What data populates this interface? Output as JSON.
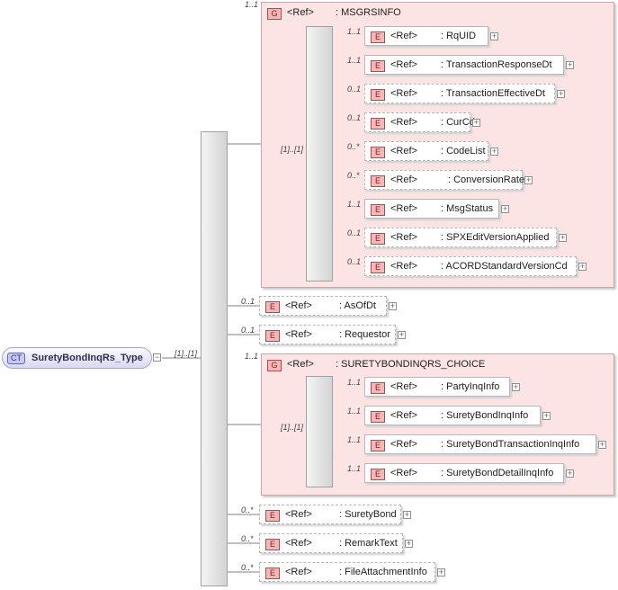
{
  "root": {
    "badge": "CT",
    "name": "SuretyBondInqRs_Type"
  },
  "root_multiplicity": "[1]..[1]",
  "ref_label": "<Ref>",
  "group_badge": "G",
  "element_badge": "E",
  "groups": [
    {
      "badge": "G",
      "name": ": MSGRSINFO",
      "multiplicity": "1..1",
      "inner_multiplicity": "[1]..[1]",
      "children": [
        {
          "name": ": RqUID",
          "multiplicity": "1..1",
          "optional": false
        },
        {
          "name": ": TransactionResponseDt",
          "multiplicity": "1..1",
          "optional": false
        },
        {
          "name": ": TransactionEffectiveDt",
          "multiplicity": "0..1",
          "optional": true
        },
        {
          "name": ": CurCd",
          "multiplicity": "0..1",
          "optional": true
        },
        {
          "name": ": CodeList",
          "multiplicity": "0..*",
          "optional": true
        },
        {
          "name": ": ConversionRate",
          "multiplicity": "0..*",
          "optional": true
        },
        {
          "name": ": MsgStatus",
          "multiplicity": "1..1",
          "optional": false
        },
        {
          "name": ": SPXEditVersionApplied",
          "multiplicity": "0..1",
          "optional": true
        },
        {
          "name": ": ACORDStandardVersionCd",
          "multiplicity": "0..1",
          "optional": true
        }
      ]
    },
    {
      "badge": "G",
      "name": ": SURETYBONDINQRS_CHOICE",
      "multiplicity": "1..1",
      "inner_multiplicity": "[1]..[1]",
      "children": [
        {
          "name": ": PartyInqInfo",
          "multiplicity": "1..1",
          "optional": false
        },
        {
          "name": ": SuretyBondInqInfo",
          "multiplicity": "1..1",
          "optional": false
        },
        {
          "name": ": SuretyBondTransactionInqInfo",
          "multiplicity": "1..1",
          "optional": false
        },
        {
          "name": ": SuretyBondDetailInqInfo",
          "multiplicity": "1..1",
          "optional": false
        }
      ]
    }
  ],
  "elements": [
    {
      "name": ": AsOfDt",
      "multiplicity": "0..1",
      "optional": true
    },
    {
      "name": ": Requestor",
      "multiplicity": "0..1",
      "optional": true
    },
    {
      "name": ": SuretyBond",
      "multiplicity": "0..*",
      "optional": true
    },
    {
      "name": ": RemarkText",
      "multiplicity": "0..*",
      "optional": true
    },
    {
      "name": ": FileAttachmentInfo",
      "multiplicity": "0..*",
      "optional": true
    }
  ],
  "colors": {
    "line": "#808080",
    "group_fill": "#fde4e4",
    "element_badge": "#f4b8b8",
    "complex_type": "#d8d8f0"
  }
}
